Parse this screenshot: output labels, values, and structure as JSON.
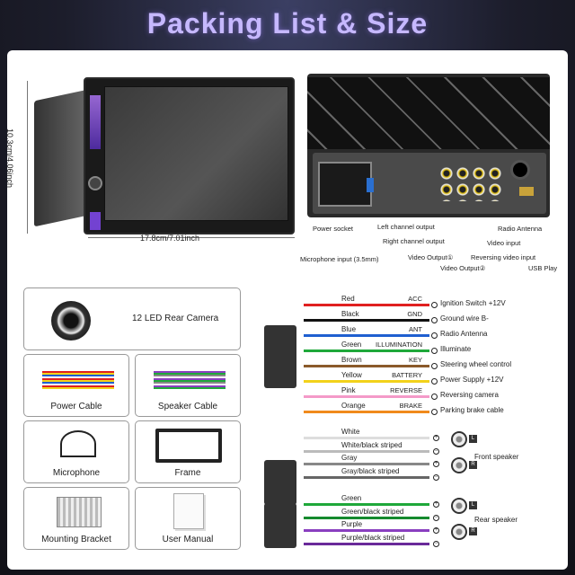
{
  "header": {
    "title": "Packing List & Size"
  },
  "dimensions": {
    "height": "10.3cm/4.06inch",
    "width": "17.8cm/7.01inch"
  },
  "rear_ports": [
    {
      "key": "power_socket",
      "label": "Power socket"
    },
    {
      "key": "left_out",
      "label": "Left channel output"
    },
    {
      "key": "right_out",
      "label": "Right channel output"
    },
    {
      "key": "mic_in",
      "label": "Microphone input (3.5mm)"
    },
    {
      "key": "vout1",
      "label": "Video Output①"
    },
    {
      "key": "vout2",
      "label": "Video Output②"
    },
    {
      "key": "radio_ant",
      "label": "Radio Antenna"
    },
    {
      "key": "video_in",
      "label": "Video input"
    },
    {
      "key": "rev_video",
      "label": "Reversing video input"
    },
    {
      "key": "usb",
      "label": "USB Play"
    }
  ],
  "items": {
    "camera": "12 LED Rear Camera",
    "power_cable": "Power Cable",
    "speaker_cable": "Speaker Cable",
    "microphone": "Microphone",
    "frame": "Frame",
    "bracket": "Mounting Bracket",
    "manual": "User Manual"
  },
  "power_wires": [
    {
      "color": "Red",
      "fn": "ACC",
      "desc": "Ignition Switch +12V",
      "hex": "#e02020"
    },
    {
      "color": "Black",
      "fn": "GND",
      "desc": "Ground wire B-",
      "hex": "#111111"
    },
    {
      "color": "Blue",
      "fn": "ANT",
      "desc": "Radio Antenna",
      "hex": "#1f5fd0"
    },
    {
      "color": "Green",
      "fn": "ILLUMINATION",
      "desc": "Illuminate",
      "hex": "#1fa83a"
    },
    {
      "color": "Brown",
      "fn": "KEY",
      "desc": "Steering wheel control",
      "hex": "#8a5a2b"
    },
    {
      "color": "Yellow",
      "fn": "BATTERY",
      "desc": "Power Supply +12V",
      "hex": "#f2d21b"
    },
    {
      "color": "Pink",
      "fn": "REVERSE",
      "desc": "Reversing camera",
      "hex": "#f49ac8"
    },
    {
      "color": "Orange",
      "fn": "BRAKE",
      "desc": "Parking brake cable",
      "hex": "#f08a1c"
    }
  ],
  "speaker_wires": [
    {
      "label": "White",
      "hex": "#dddddd"
    },
    {
      "label": "White/black striped",
      "hex": "#bbbbbb"
    },
    {
      "label": "Gray",
      "hex": "#888888"
    },
    {
      "label": "Gray/black striped",
      "hex": "#666666"
    },
    {
      "label": "Green",
      "hex": "#1fa83a"
    },
    {
      "label": "Green/black striped",
      "hex": "#158a2e"
    },
    {
      "label": "Purple",
      "hex": "#8a3fc0"
    },
    {
      "label": "Purple/black striped",
      "hex": "#6a2a9a"
    }
  ],
  "speakers": {
    "front": "Front speaker",
    "rear": "Rear speaker",
    "left": "L",
    "right": "R",
    "plus": "+",
    "minus": "−"
  }
}
